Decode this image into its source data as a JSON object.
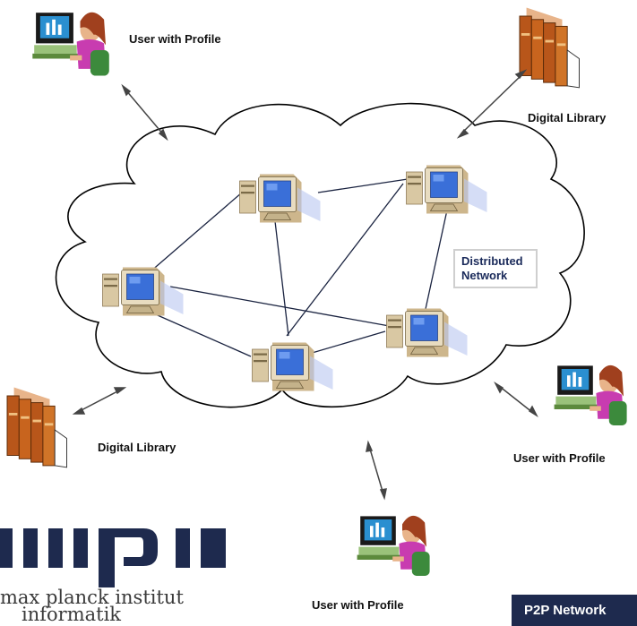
{
  "labels": {
    "user_top": "User with Profile",
    "library_top": "Digital Library",
    "library_left": "Digital Library",
    "user_right": "User with Profile",
    "user_bottom": "User with Profile"
  },
  "network_box": {
    "line1": "Distributed",
    "line2": "Network"
  },
  "logo": {
    "line1": "max planck institut",
    "line2": "informatik"
  },
  "badge": "P2P Network",
  "icons": {
    "user": "user-at-computer-icon",
    "library": "books-icon",
    "node": "desktop-computer-icon"
  },
  "colors": {
    "cloud_stroke": "#000000",
    "monitor_screen": "#3a6fd8",
    "computer_case": "#d9c8a3",
    "book": "#c8641e",
    "logo": "#1e2a4e",
    "badge_bg": "#1e2a4e"
  }
}
